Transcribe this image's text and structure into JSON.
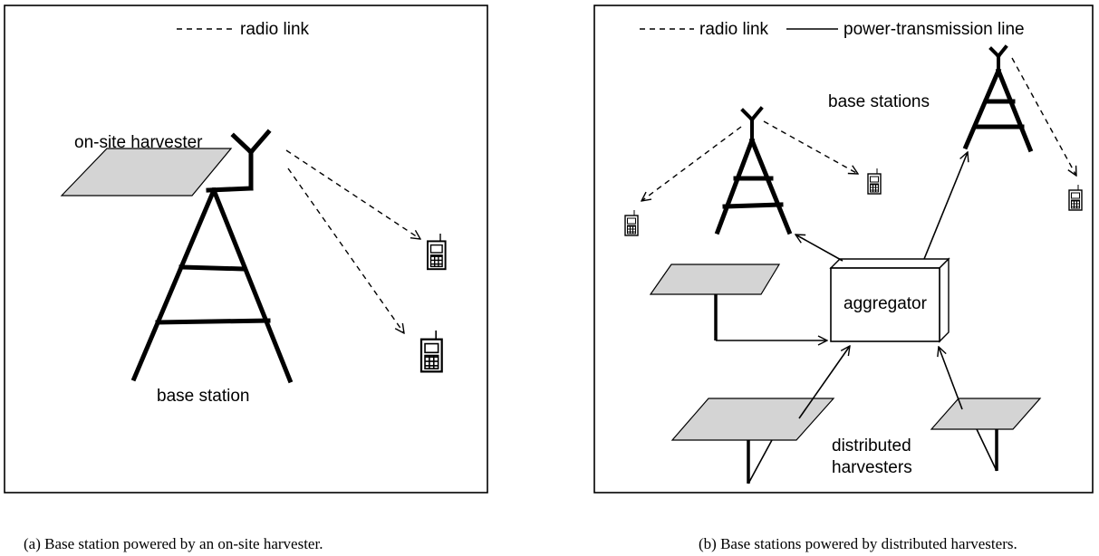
{
  "panel_a": {
    "legend_radio": "radio link",
    "harvester_label": "on-site harvester",
    "station_label": "base station",
    "caption": "(a) Base station powered by an on-site harvester."
  },
  "panel_b": {
    "legend_radio": "radio link",
    "legend_power": "power-transmission line",
    "stations_label": "base stations",
    "aggregator_label": "aggregator",
    "distributed_label_line1": "distributed",
    "distributed_label_line2": "harvesters",
    "caption": "(b) Base stations powered by distributed harvesters."
  },
  "colors": {
    "panel_fill": "#d4d4d4",
    "line": "#000000",
    "background": "#ffffff"
  }
}
